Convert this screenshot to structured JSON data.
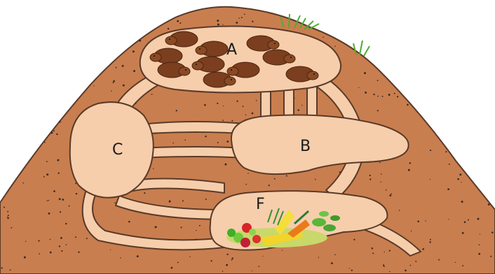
{
  "diagram": {
    "chambers": [
      {
        "id": "A",
        "label": "A"
      },
      {
        "id": "B",
        "label": "B"
      },
      {
        "id": "C",
        "label": "C"
      },
      {
        "id": "F",
        "label": "F"
      }
    ]
  },
  "colors": {
    "soil": "#c97e4f",
    "tunnel": "#f6ceac",
    "outline": "#5a3a28",
    "animal": "#7b3e1e",
    "grass": "#4caf30",
    "water": "#5f6f86",
    "speckle": "#3a2a22"
  },
  "icons": [
    "groundhog-icon",
    "grass-tuft-icon",
    "food-cache-icon",
    "water-stream-icon"
  ]
}
